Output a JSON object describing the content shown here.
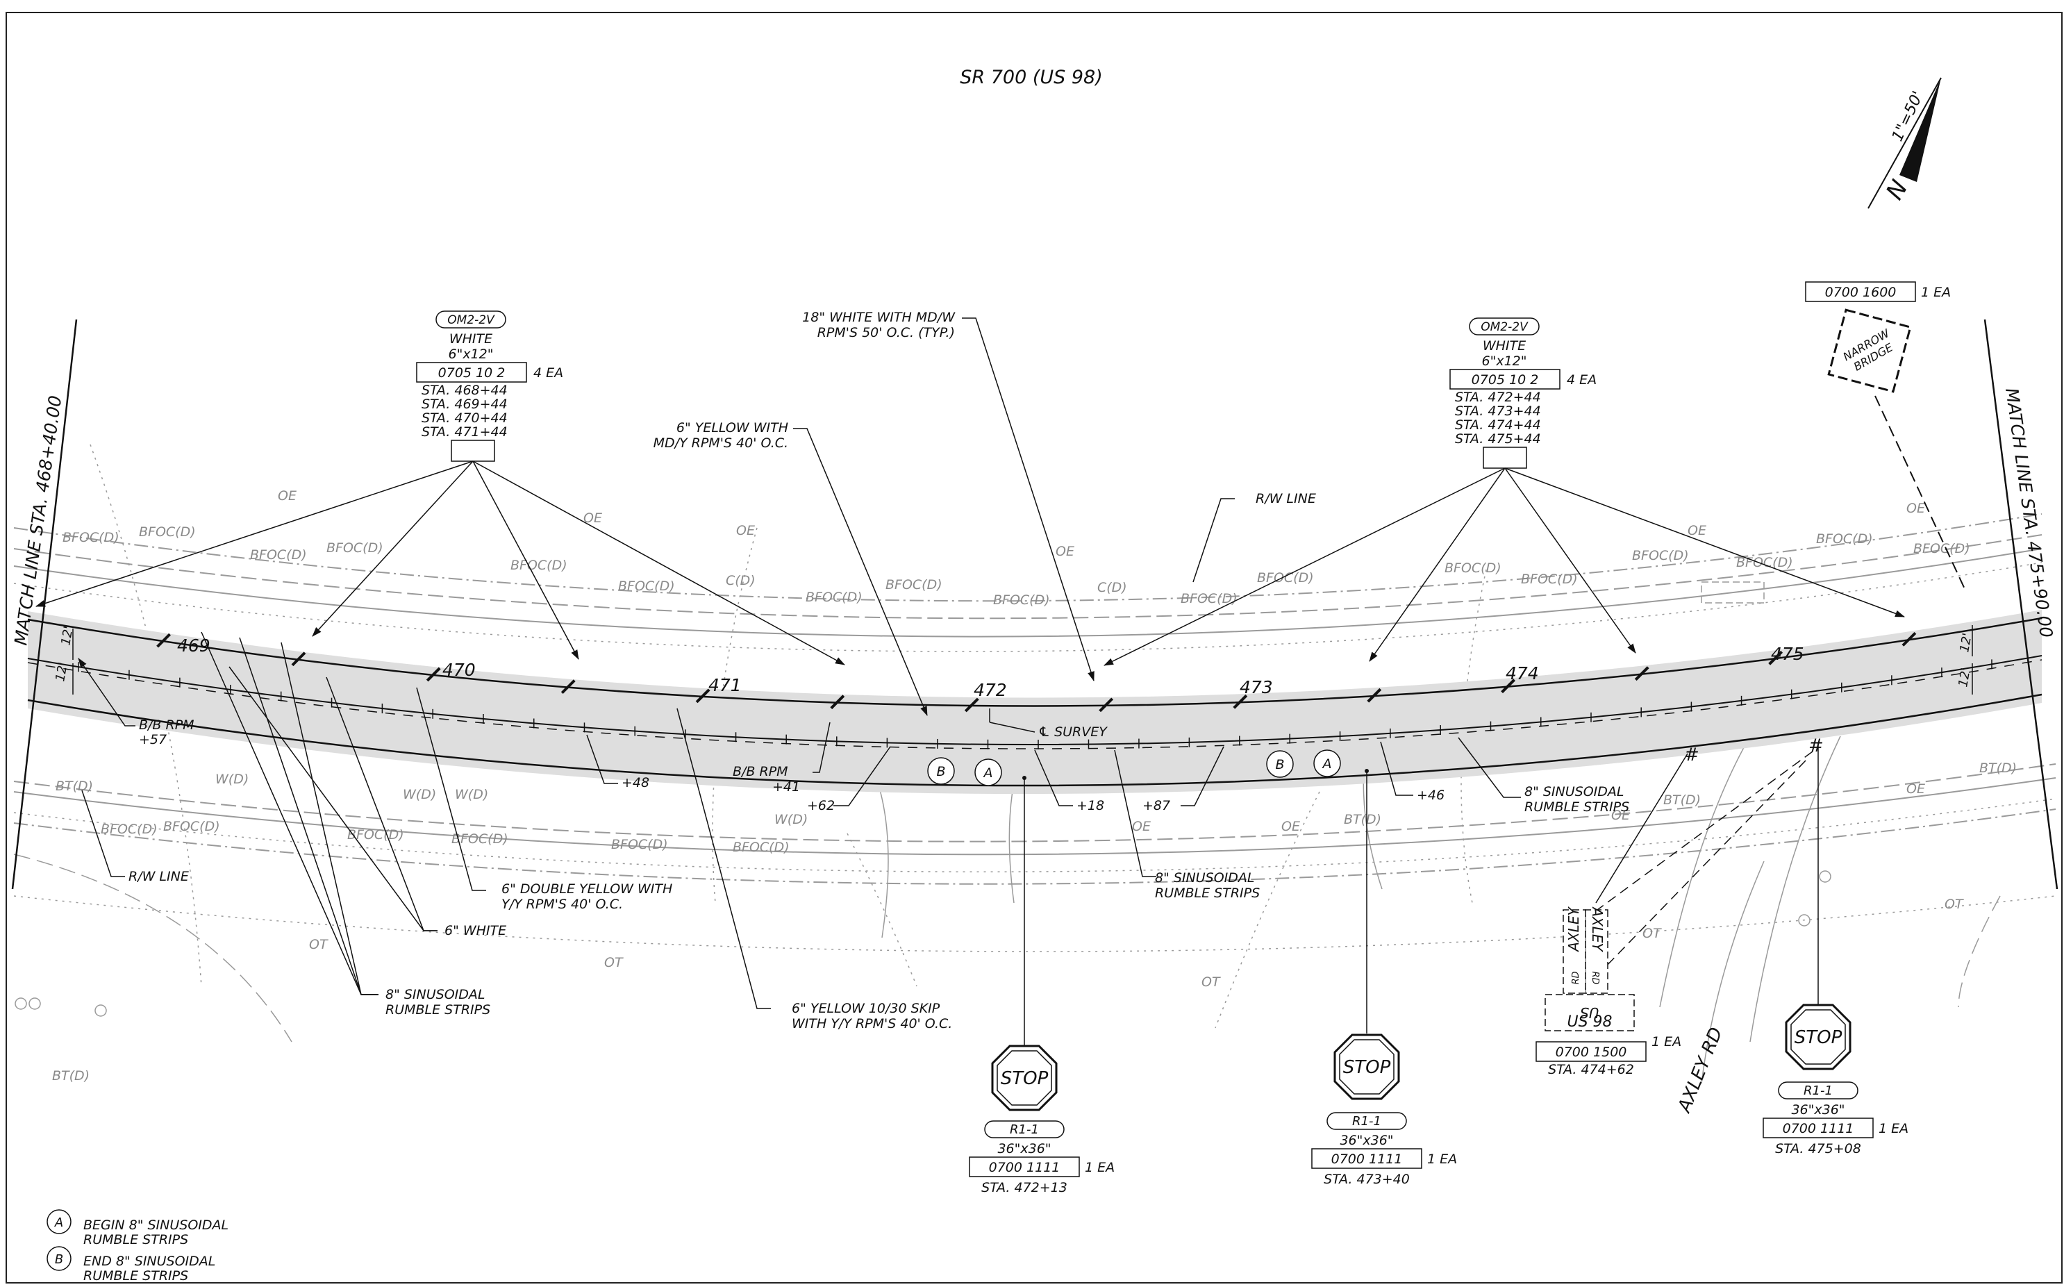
{
  "title": "SR 700 (US 98)",
  "scale": "1\"=50'",
  "north_letter": "N",
  "match_left": "MATCH LINE STA. 468+40.00",
  "match_right": "MATCH LINE STA. 475+90.00",
  "stations": [
    "469",
    "470",
    "471",
    "472",
    "473",
    "474",
    "475"
  ],
  "survey_label": "℄ SURVEY",
  "lane_widths": [
    "12'",
    "12'",
    "12'",
    "12'"
  ],
  "markers": {
    "A": "A",
    "B": "B"
  },
  "om_left": {
    "tag": "OM2-2V",
    "color": "WHITE",
    "size": "6\"x12\"",
    "pay_item": "0705 10   2",
    "qty": "4 EA",
    "stations": [
      "STA. 468+44",
      "STA. 469+44",
      "STA. 470+44",
      "STA. 471+44"
    ]
  },
  "om_right": {
    "tag": "OM2-2V",
    "color": "WHITE",
    "size": "6\"x12\"",
    "pay_item": "0705 10   2",
    "qty": "4 EA",
    "stations": [
      "STA. 472+44",
      "STA. 473+44",
      "STA. 474+44",
      "STA. 475+44"
    ]
  },
  "narrow_bridge": {
    "pay_item": "0700   1600",
    "qty": "1 EA",
    "sign_text": [
      "NARROW",
      "BRIDGE"
    ]
  },
  "callouts": {
    "white18": [
      "18\" WHITE WITH MD/W",
      "RPM'S 50' O.C. (TYP.)"
    ],
    "yellow6": [
      "6\" YELLOW WITH",
      "MD/Y RPM'S 40' O.C."
    ],
    "rw_top": "R/W LINE",
    "bb_rpm_57": [
      "B/B RPM",
      "+57"
    ],
    "plus48": "+48",
    "bb_rpm_41": [
      "B/B RPM",
      "+41"
    ],
    "plus62": "+62",
    "plus18": "+18",
    "plus87": "+87",
    "plus46": "+46",
    "rumble_right": [
      "8\" SINUSOIDAL",
      "RUMBLE STRIPS"
    ],
    "rumble_mid": [
      "8\" SINUSOIDAL",
      "RUMBLE STRIPS"
    ],
    "rw_bottom": "R/W LINE",
    "double_yellow": [
      "6\" DOUBLE YELLOW WITH",
      "Y/Y RPM'S 40' O.C."
    ],
    "white6": "6\" WHITE",
    "rumble_left": [
      "8\" SINUSOIDAL",
      "RUMBLE STRIPS"
    ],
    "skip": [
      "6\" YELLOW 10/30 SKIP",
      "WITH Y/Y RPM'S 40' O.C."
    ]
  },
  "stop_signs": [
    {
      "text": "STOP",
      "tag": "R1-1",
      "size": "36\"x36\"",
      "pay_item": "0700   1111",
      "qty": "1 EA",
      "station": "STA. 472+13"
    },
    {
      "text": "STOP",
      "tag": "R1-1",
      "size": "36\"x36\"",
      "pay_item": "0700   1111",
      "qty": "1 EA",
      "station": "STA. 473+40"
    },
    {
      "text": "STOP",
      "tag": "R1-1",
      "size": "36\"x36\"",
      "pay_item": "0700   1111",
      "qty": "1 EA",
      "station": "STA. 475+08"
    }
  ],
  "axley_sign": {
    "name": "AXLEY",
    "suffix": "RD",
    "route_top": "US",
    "route_bottom": "US 98",
    "pay_item": "0700   1500",
    "qty": "1 EA",
    "station": "STA. 474+62"
  },
  "road_name": "AXLEY RD",
  "legend": [
    {
      "symbol": "A",
      "lines": [
        "BEGIN 8\" SINUSOIDAL",
        "RUMBLE STRIPS"
      ]
    },
    {
      "symbol": "B",
      "lines": [
        "END 8\" SINUSOIDAL",
        "RUMBLE STRIPS"
      ]
    }
  ],
  "background_labels": [
    "BFOC(D)",
    "OE",
    "C(D)",
    "BT(D)",
    "W(D)",
    "OT"
  ]
}
